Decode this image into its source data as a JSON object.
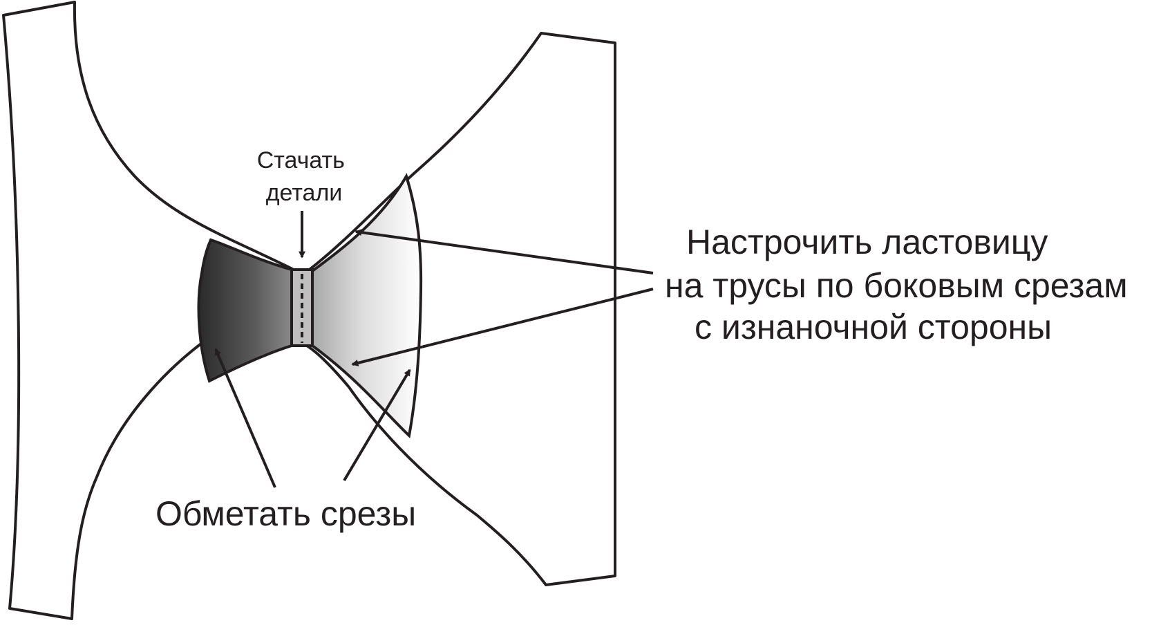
{
  "labels": {
    "stitch_parts": [
      "Стачать",
      "детали"
    ],
    "attach_gusset": [
      "Настрочить ластовицу",
      "на трусы по боковым срезам",
      "с изнаночной стороны"
    ],
    "overlock_edges": "Обметать срезы"
  },
  "colors": {
    "line": "#231f20",
    "gusset_dark": "#2a2a2a",
    "gusset_light": "#ffffff",
    "background": "#ffffff"
  }
}
